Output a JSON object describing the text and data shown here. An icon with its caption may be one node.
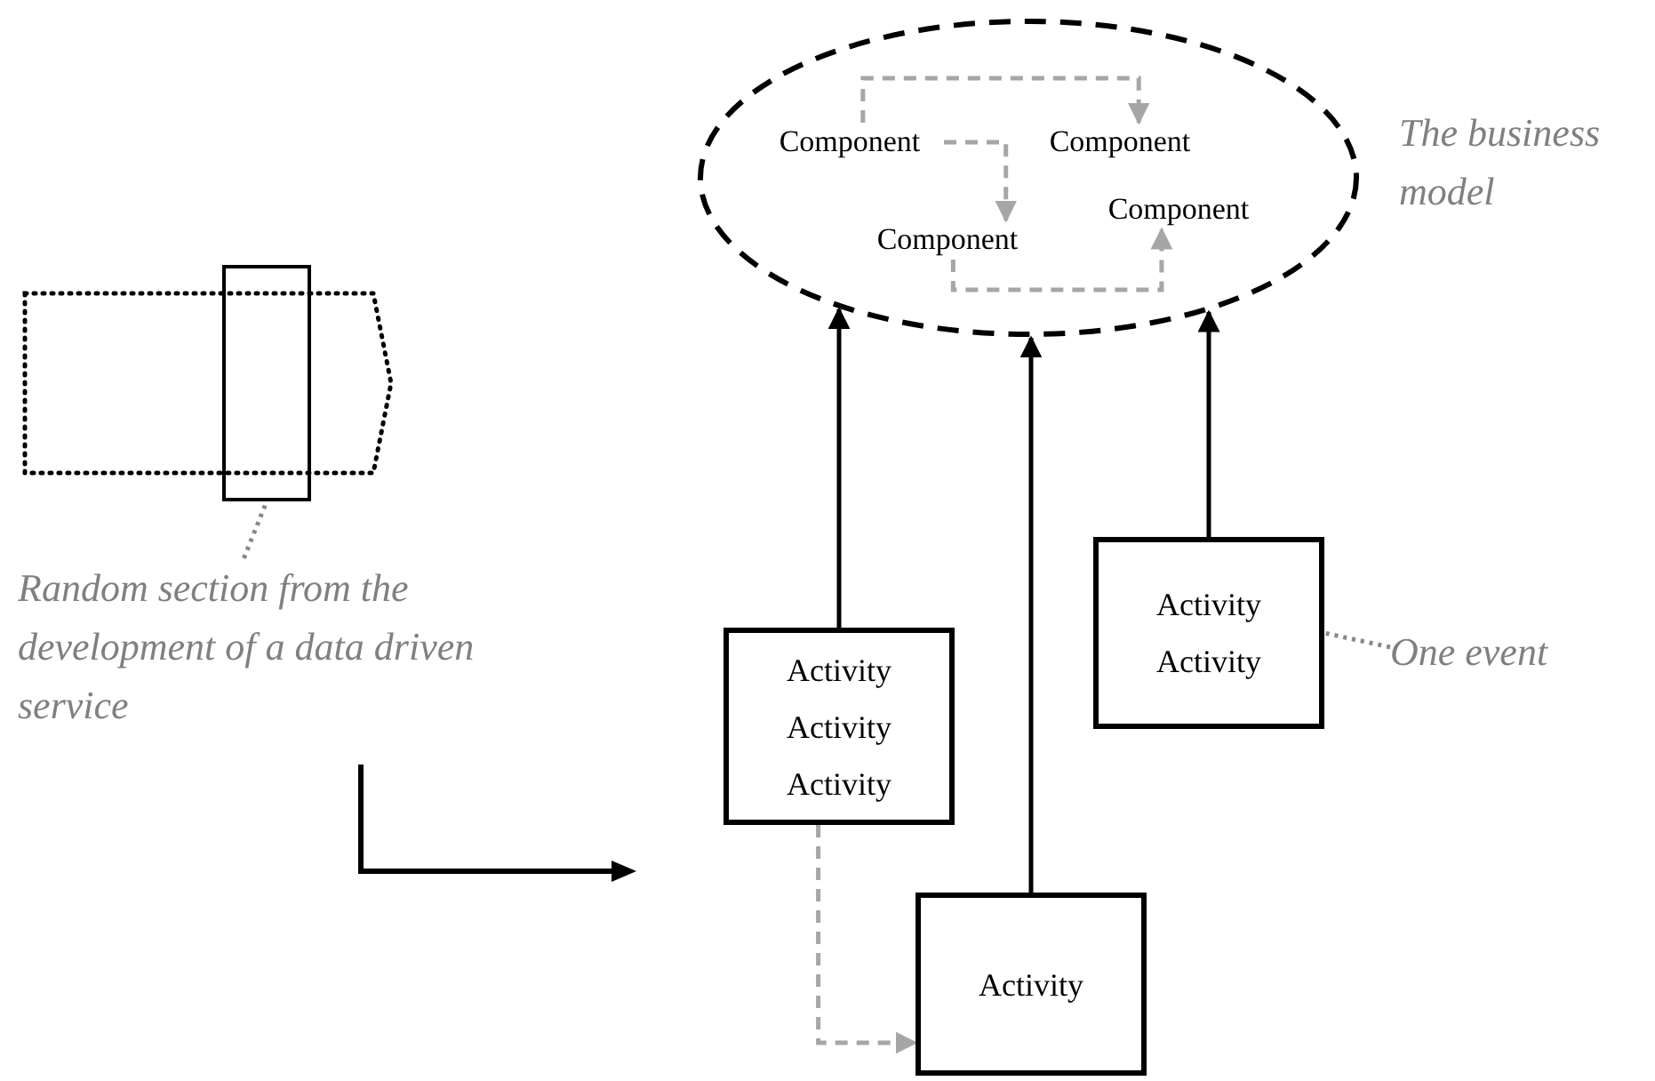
{
  "diagram": {
    "nodes": [
      {
        "text": [],
        "shape": "ellipse",
        "beside": [
          "The business model"
        ]
      },
      {
        "text": [
          "Component"
        ],
        "in": 0
      },
      {
        "text": [
          "Component"
        ],
        "in": 0
      },
      {
        "text": [
          "Component"
        ],
        "in": 0
      },
      {
        "text": [
          "Component"
        ],
        "in": 0
      },
      {
        "text": [
          "Activity",
          "Activity",
          "Activity"
        ]
      },
      {
        "text": [
          "Activity"
        ]
      },
      {
        "text": [
          "Activity",
          "Activity"
        ]
      },
      {
        "text": [
          "One event"
        ]
      },
      {
        "text": [],
        "shape": "pentagon"
      },
      {
        "text": [],
        "shape": "box"
      },
      {
        "text": [
          "Random section from the development of a data driven service"
        ]
      }
    ],
    "edges": [
      {
        "from": 1,
        "to": 2,
        "arrow": "to",
        "style": "dashed",
        "color": "#a6a6a6"
      },
      {
        "from": 1,
        "to": 3,
        "arrow": "to",
        "style": "dashed",
        "color": "#a6a6a6"
      },
      {
        "from": 3,
        "to": 4,
        "arrow": "to",
        "style": "dashed",
        "color": "#a6a6a6"
      },
      {
        "from": 5,
        "to": 6,
        "arrow": "to",
        "style": "dashed",
        "color": "#a6a6a6"
      },
      {
        "from": 5,
        "to": 0,
        "arrow": "to",
        "color": "#000000"
      },
      {
        "from": 6,
        "to": 0,
        "arrow": "to",
        "color": "#000000"
      },
      {
        "from": 7,
        "to": 0,
        "arrow": "to",
        "color": "#000000"
      },
      {
        "from": 8,
        "to": 7,
        "arrow": "none",
        "style": "dashed",
        "color": "#888888"
      },
      {
        "from": 11,
        "to": 10,
        "arrow": "none",
        "style": "dashed",
        "color": "#888888"
      }
    ]
  }
}
